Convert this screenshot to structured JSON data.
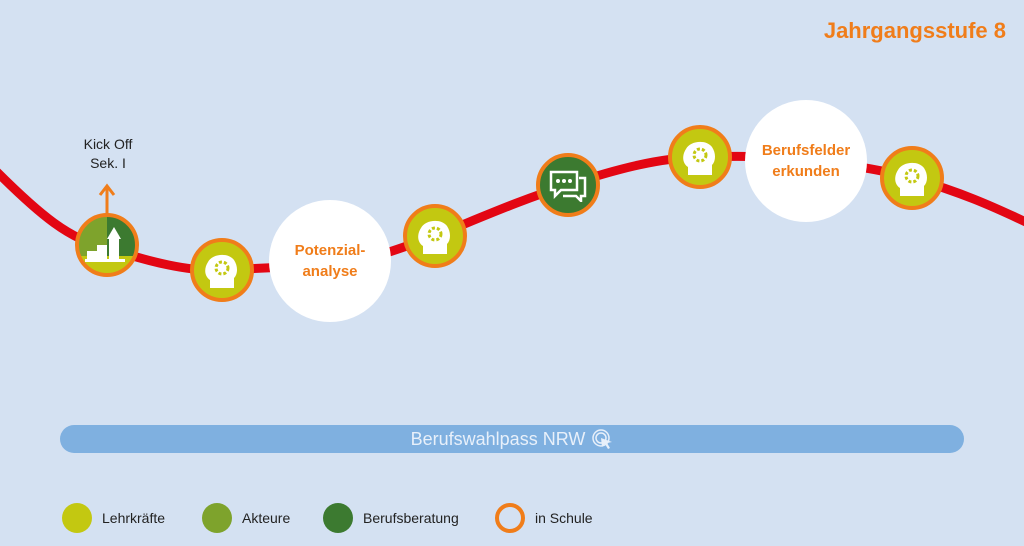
{
  "title": "Jahrgangsstufe 8",
  "kickoff": {
    "line1": "Kick Off",
    "line2": "Sek. I"
  },
  "bubbles": [
    {
      "line1": "Potenzial-",
      "line2": "analyse"
    },
    {
      "line1": "Berufsfelder",
      "line2": "erkunden"
    }
  ],
  "bar_label": "Berufswahlpass NRW",
  "legend": [
    {
      "label": "Lehrkräfte",
      "color": "#c3c811"
    },
    {
      "label": "Akteure",
      "color": "#7ea32c"
    },
    {
      "label": "Berufsberatung",
      "color": "#3c7a30"
    },
    {
      "label": "in Schule",
      "color": "#f07d1a"
    }
  ],
  "colors": {
    "curve": "#e30613",
    "accent": "#f07d1a"
  }
}
